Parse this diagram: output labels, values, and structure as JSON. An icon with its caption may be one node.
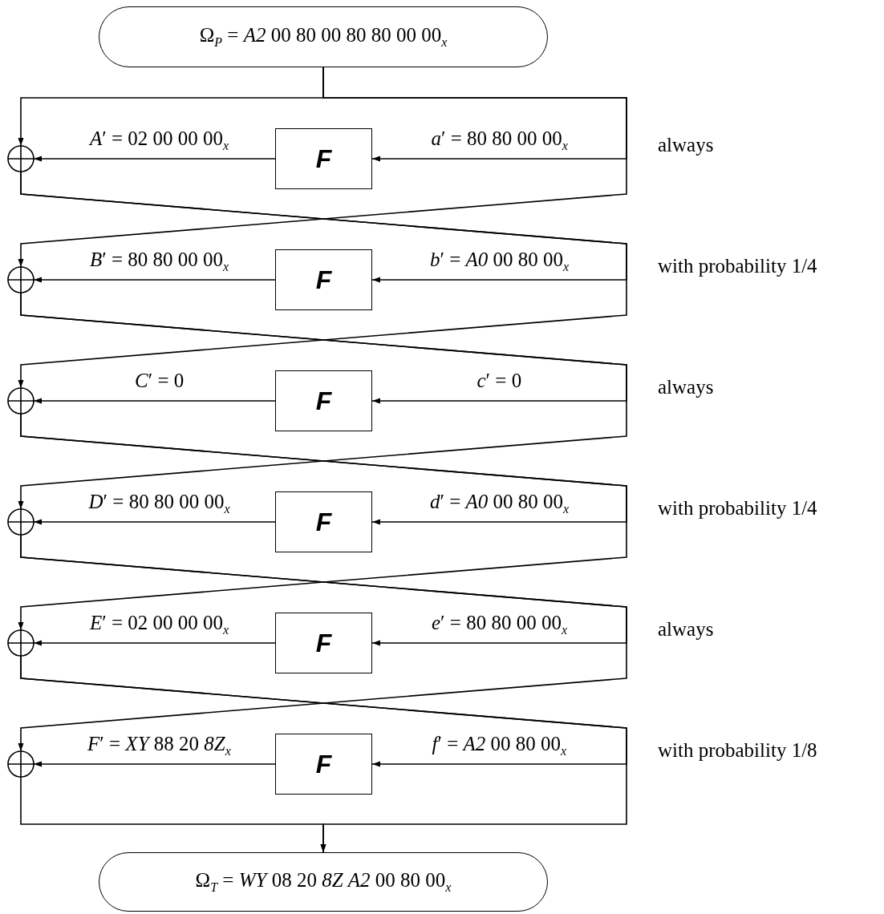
{
  "diagram": {
    "nodes": [
      {
        "text": [
          "Ω$_{P}$ = *A2* 00 80 00  80 80 00 00$_{x}$"
        ]
      },
      {
        "text": [],
        "shape": "circle"
      },
      {
        "text": [
          "F"
        ]
      },
      {
        "text": [],
        "shape": "circle"
      },
      {
        "text": [
          "F"
        ]
      },
      {
        "text": [],
        "shape": "circle"
      },
      {
        "text": [
          "F"
        ]
      },
      {
        "text": [],
        "shape": "circle"
      },
      {
        "text": [
          "F"
        ]
      },
      {
        "text": [],
        "shape": "circle"
      },
      {
        "text": [
          "F"
        ]
      },
      {
        "text": [],
        "shape": "circle"
      },
      {
        "text": [
          "F"
        ]
      },
      {
        "text": [
          "Ω$_{T}$ = *WY* 08 20 *8Z*  *A2* 00 80 00$_{x}$"
        ]
      }
    ],
    "edges": [
      {
        "from": 0,
        "to": 1,
        "arrow": "to"
      },
      {
        "from": 0,
        "to": 2,
        "arrow": "to",
        "label": "*a*′ = 80 80 00 00$_{x}$"
      },
      {
        "from": 2,
        "to": 1,
        "arrow": "to",
        "label": "*A*′ = 02 00 00 00$_{x}$"
      },
      {
        "from": 0,
        "to": 3,
        "arrow": "to"
      },
      {
        "from": 1,
        "to": 4,
        "arrow": "to",
        "label": "*b*′ = *A0* 00 80 00$_{x}$"
      },
      {
        "from": 4,
        "to": 3,
        "arrow": "to",
        "label": "*B*′ = 80 80 00 00$_{x}$"
      },
      {
        "from": 1,
        "to": 5,
        "arrow": "to"
      },
      {
        "from": 3,
        "to": 6,
        "arrow": "to",
        "label": "*c*′ = 0"
      },
      {
        "from": 6,
        "to": 5,
        "arrow": "to",
        "label": "*C*′ = 0"
      },
      {
        "from": 3,
        "to": 7,
        "arrow": "to"
      },
      {
        "from": 5,
        "to": 8,
        "arrow": "to",
        "label": "*d*′ = *A0* 00 80 00$_{x}$"
      },
      {
        "from": 8,
        "to": 7,
        "arrow": "to",
        "label": "*D*′ = 80 80 00 00$_{x}$"
      },
      {
        "from": 5,
        "to": 9,
        "arrow": "to"
      },
      {
        "from": 7,
        "to": 10,
        "arrow": "to",
        "label": "*e*′ = 80 80 00 00$_{x}$"
      },
      {
        "from": 10,
        "to": 9,
        "arrow": "to",
        "label": "*E*′ = 02 00 00 00$_{x}$"
      },
      {
        "from": 7,
        "to": 11,
        "arrow": "to"
      },
      {
        "from": 9,
        "to": 12,
        "arrow": "to",
        "label": "*f*′ = *A2* 00 80 00$_{x}$"
      },
      {
        "from": 12,
        "to": 11,
        "arrow": "to",
        "label": "*F*′ = *XY* 88 20 *8Z*$_{x}$"
      },
      {
        "from": 11,
        "to": 13,
        "arrow": "to"
      },
      {
        "from": 9,
        "to": 13,
        "arrow": "to"
      }
    ],
    "labels": [
      "always",
      "with probability 1/4",
      "always",
      "with probability 1/4",
      "always",
      "with probability 1/8"
    ]
  }
}
